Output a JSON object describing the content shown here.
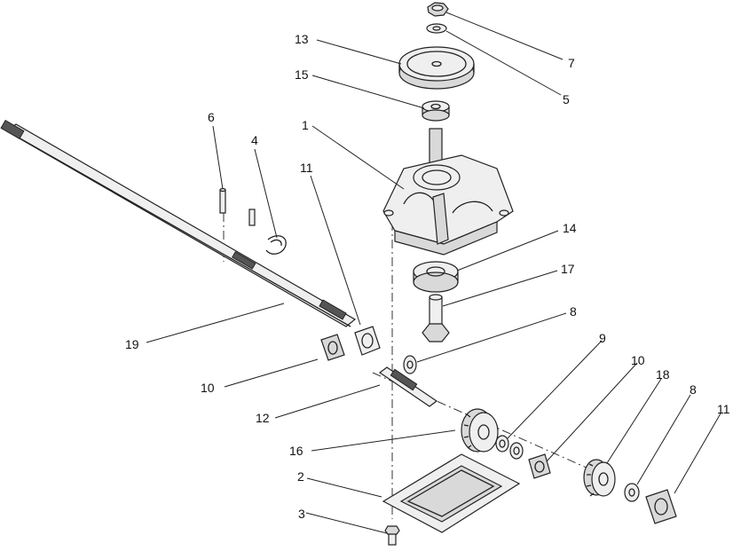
{
  "callouts": [
    {
      "id": "c7",
      "text": "7"
    },
    {
      "id": "c5",
      "text": "5"
    },
    {
      "id": "c13",
      "text": "13"
    },
    {
      "id": "c15",
      "text": "15"
    },
    {
      "id": "c1",
      "text": "1"
    },
    {
      "id": "c6",
      "text": "6"
    },
    {
      "id": "c4",
      "text": "4"
    },
    {
      "id": "c11a",
      "text": "11"
    },
    {
      "id": "c14",
      "text": "14"
    },
    {
      "id": "c17",
      "text": "17"
    },
    {
      "id": "c8a",
      "text": "8"
    },
    {
      "id": "c9",
      "text": "9"
    },
    {
      "id": "c10a",
      "text": "10"
    },
    {
      "id": "c18",
      "text": "18"
    },
    {
      "id": "c8b",
      "text": "8"
    },
    {
      "id": "c11b",
      "text": "11"
    },
    {
      "id": "c19",
      "text": "19"
    },
    {
      "id": "c10b",
      "text": "10"
    },
    {
      "id": "c12",
      "text": "12"
    },
    {
      "id": "c16",
      "text": "16"
    },
    {
      "id": "c2",
      "text": "2"
    },
    {
      "id": "c3",
      "text": "3"
    }
  ]
}
